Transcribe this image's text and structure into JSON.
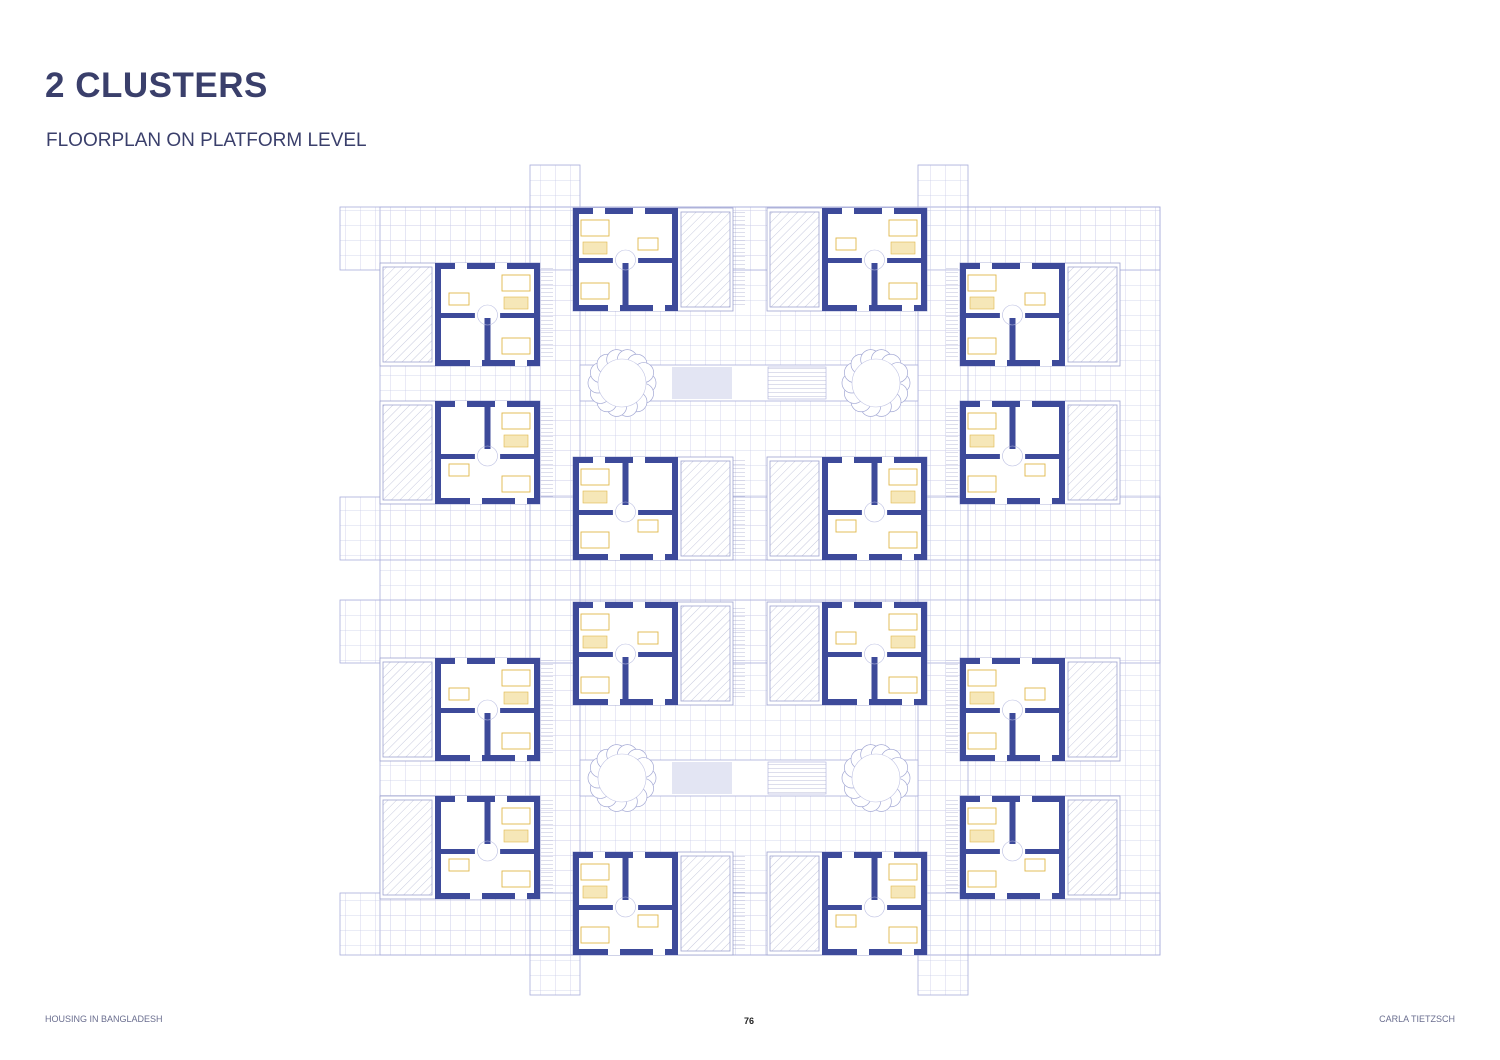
{
  "header": {
    "title": "2 CLUSTERS",
    "subtitle": "FLOORPLAN ON PLATFORM LEVEL"
  },
  "footer": {
    "left": "HOUSING IN BANGLADESH",
    "page_number": "76",
    "right": "CARLA TIETZSCH"
  },
  "colors": {
    "text": "#3a3f6b",
    "wall": "#3d4a9a",
    "grid": "#c9cce8",
    "furniture": "#e0b84a"
  }
}
